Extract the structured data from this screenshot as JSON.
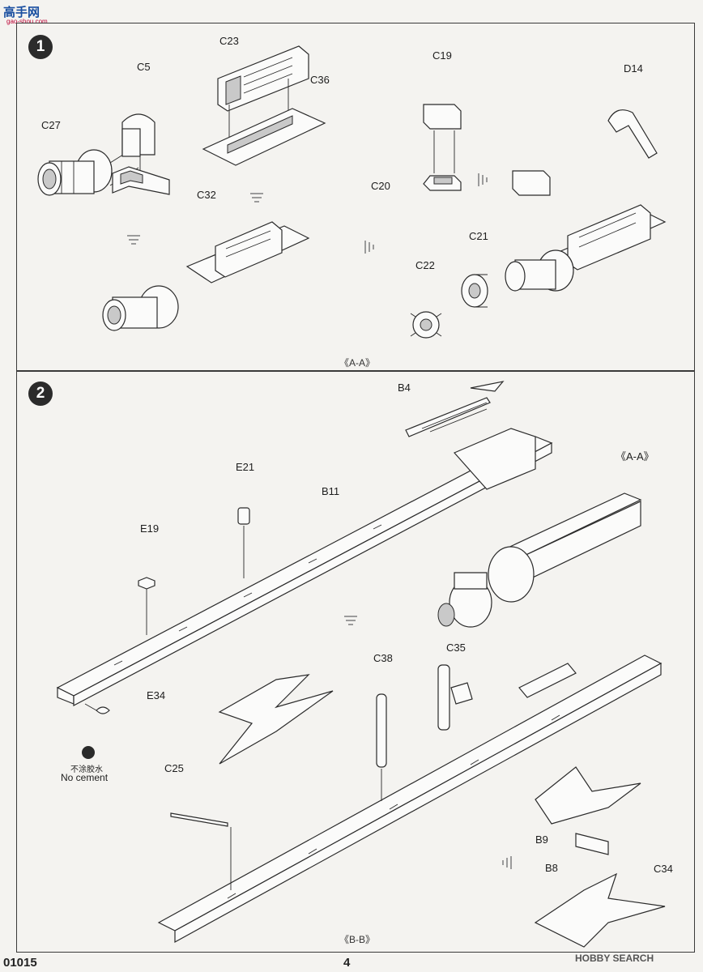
{
  "watermark": {
    "logo_text": "高手网",
    "logo_sub": "gao-shou.com"
  },
  "step1": {
    "number": "1",
    "labels": {
      "C23": "C23",
      "C5": "C5",
      "C36": "C36",
      "C27": "C27",
      "C32": "C32",
      "C19": "C19",
      "D14": "D14",
      "C20": "C20",
      "C21": "C21",
      "C22": "C22"
    },
    "section": "《A-A》"
  },
  "step2": {
    "number": "2",
    "labels": {
      "B4": "B4",
      "E21": "E21",
      "B11": "B11",
      "E19": "E19",
      "E34": "E34",
      "C38": "C38",
      "C35": "C35",
      "C25": "C25",
      "B9": "B9",
      "B8": "B8",
      "C34": "C34"
    },
    "ref_aa": "《A-A》",
    "no_cement_cn": "不涂胶水",
    "no_cement_en": "No cement",
    "section": "《B-B》"
  },
  "footer": {
    "product_code": "01015",
    "page_number": "4",
    "brand": "HOBBY SEARCH"
  }
}
